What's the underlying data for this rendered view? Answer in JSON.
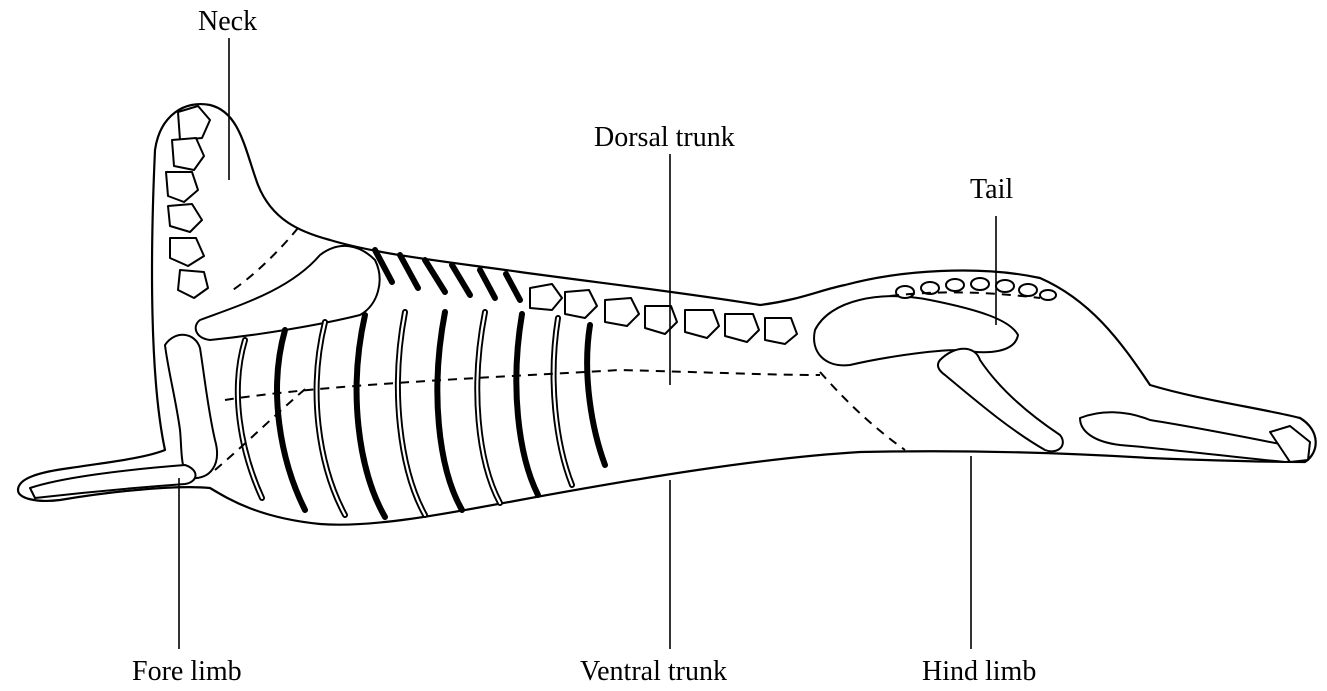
{
  "labels": {
    "neck": "Neck",
    "dorsal_trunk": "Dorsal trunk",
    "tail": "Tail",
    "fore_limb": "Fore limb",
    "ventral_trunk": "Ventral trunk",
    "hind_limb": "Hind limb"
  },
  "colors": {
    "line": "#000000",
    "background": "#ffffff"
  }
}
